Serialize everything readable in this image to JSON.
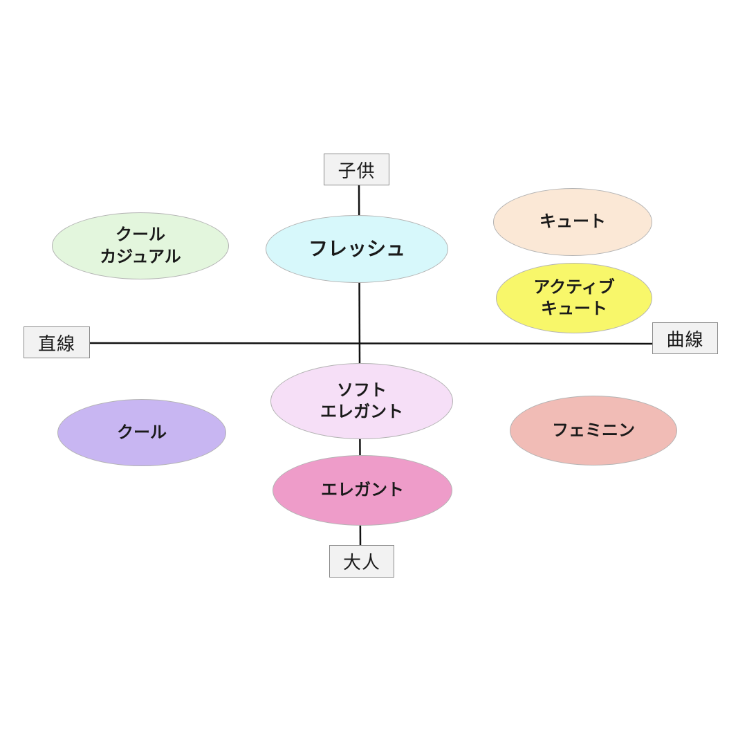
{
  "axes": {
    "top": "子供",
    "bottom": "大人",
    "left": "直線",
    "right": "曲線"
  },
  "styles": [
    {
      "id": "cool-casual",
      "label": "クール\nカジュアル",
      "color": "#e3f6dd"
    },
    {
      "id": "fresh",
      "label": "フレッシュ",
      "color": "#d7f8fb"
    },
    {
      "id": "cute",
      "label": "キュート",
      "color": "#fbe8d6"
    },
    {
      "id": "active-cute",
      "label": "アクティブ\nキュート",
      "color": "#f8f76a"
    },
    {
      "id": "soft-elegant",
      "label": "ソフト\nエレガント",
      "color": "#f6dff7"
    },
    {
      "id": "cool",
      "label": "クール",
      "color": "#c8b6f2"
    },
    {
      "id": "feminine",
      "label": "フェミニン",
      "color": "#f1bcb6"
    },
    {
      "id": "elegant",
      "label": "エレガント",
      "color": "#ee9cc9"
    }
  ]
}
